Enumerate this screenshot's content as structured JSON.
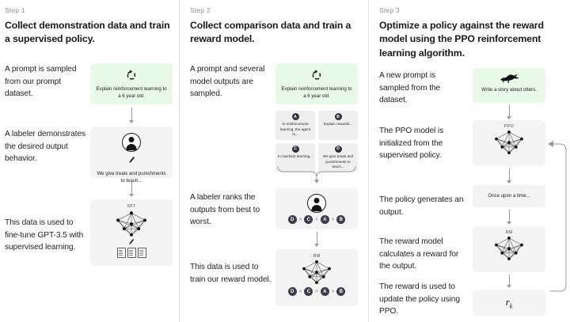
{
  "meta": {
    "colors": {
      "prompt_green": "#e9fae9",
      "card_gray": "#f4f4f4",
      "divider": "#e3e3e3",
      "arrow": "#9a9a9a",
      "text": "#1a1a1a",
      "muted": "#8c8c8c"
    }
  },
  "steps": [
    {
      "label": "Step 1",
      "title": "Collect demonstration data and train a supervised policy.",
      "captions": [
        "A prompt is sampled from our prompt dataset.",
        "A labeler demonstrates the desired output behavior.",
        "This data is used to fine-tune GPT-3.5 with supervised learning."
      ],
      "prompt_card": {
        "text": "Explain reinforcement learning to a 6 year old.",
        "icon": "cycle-icon"
      },
      "labeler_card": {
        "text": "We give treats and punishments to teach...",
        "icon": "person-icon",
        "pencil": "pencil-icon"
      },
      "model_card": {
        "label": "SFT",
        "icon": "neural-network-icon",
        "pencil": "pencil-icon",
        "docs": 3
      }
    },
    {
      "label": "Step 2",
      "title": "Collect comparison data and train a reward model.",
      "captions": [
        "A prompt and several model outputs are sampled.",
        "A labeler ranks the outputs from best to worst.",
        "This data is used to train our reward model."
      ],
      "prompt_card": {
        "text": "Explain reinforcement learning to a 6 year old.",
        "icon": "cycle-icon"
      },
      "outputs": [
        {
          "badge": "A",
          "text": "In reinforcement learning, the agent is..."
        },
        {
          "badge": "B",
          "text": "Explain rewards..."
        },
        {
          "badge": "C",
          "text": "In machine learning..."
        },
        {
          "badge": "D",
          "text": "We give treats and punishments to teach..."
        }
      ],
      "ranking": [
        "D",
        "C",
        "A",
        "B"
      ],
      "ranking_separator": ">",
      "labeler_card": {
        "icon": "person-icon"
      },
      "model_card": {
        "label": "RM",
        "icon": "neural-network-icon"
      }
    },
    {
      "label": "Step 3",
      "title": "Optimize a policy against the reward model using the PPO reinforcement learning algorithm.",
      "captions": [
        "A new prompt is sampled from the dataset.",
        "The PPO model is initialized from the supervised policy.",
        "The policy generates an output.",
        "The reward model calculates a reward for the output.",
        "The reward is used to update the policy using PPO."
      ],
      "prompt_card": {
        "text": "Write a story about otters.",
        "icon": "otter-icon"
      },
      "ppo_card": {
        "label": "PPO",
        "icon": "neural-network-icon"
      },
      "output_card": {
        "text": "Once upon a time..."
      },
      "rm_card": {
        "label": "RM",
        "icon": "neural-network-icon"
      },
      "reward_card": {
        "symbol": "r",
        "subscript": "k"
      }
    }
  ]
}
